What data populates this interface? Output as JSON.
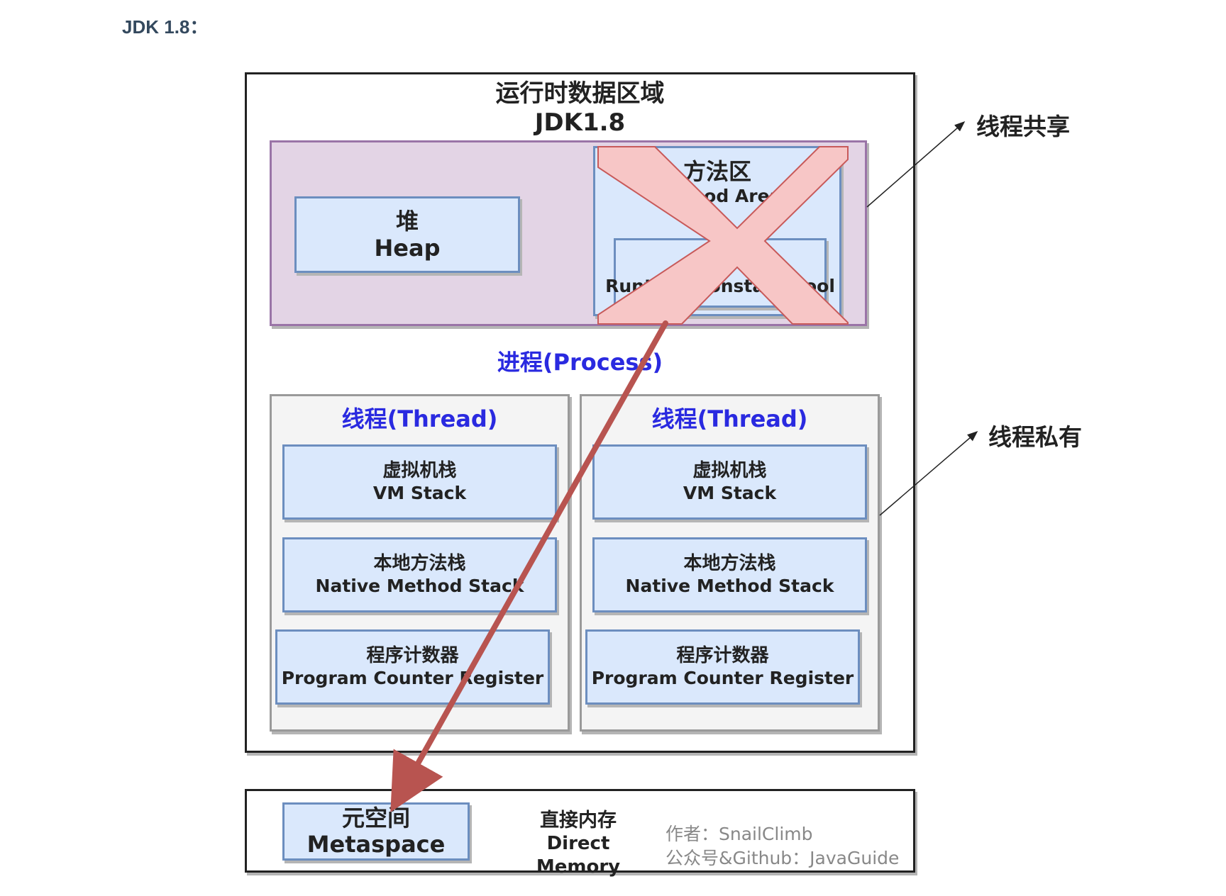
{
  "heading": "JDK 1.8：",
  "runtime": {
    "title": "运行时数据区域",
    "version": "JDK1.8"
  },
  "heap": {
    "cn": "堆",
    "en": "Heap"
  },
  "method_area": {
    "cn": "方法区",
    "en": "Method Area",
    "constant_pool": "Runtime Constant Pool"
  },
  "process_label": "进程(Process)",
  "threads": [
    {
      "title": "线程(Thread)",
      "vm_stack": {
        "cn": "虚拟机栈",
        "en": "VM Stack"
      },
      "native_stack": {
        "cn": "本地方法栈",
        "en": "Native Method Stack"
      },
      "pc": {
        "cn": "程序计数器",
        "en": "Program Counter Register"
      }
    },
    {
      "title": "线程(Thread)",
      "vm_stack": {
        "cn": "虚拟机栈",
        "en": "VM Stack"
      },
      "native_stack": {
        "cn": "本地方法栈",
        "en": "Native Method Stack"
      },
      "pc": {
        "cn": "程序计数器",
        "en": "Program Counter Register"
      }
    }
  ],
  "shared_label": "线程共享",
  "private_label": "线程私有",
  "metaspace": {
    "cn": "元空间",
    "en": "Metaspace"
  },
  "direct_memory": {
    "cn": "直接内存",
    "en": "Direct Memory"
  },
  "credits": {
    "author": "作者：SnailClimb",
    "account": "公众号&Github：JavaGuide"
  },
  "colors": {
    "shared_fill": "#e3d4e5",
    "box_fill": "#dae8fc",
    "process_text": "#2a2ae0",
    "cross_fill": "#f7c6c6",
    "arrow": "#b85450"
  }
}
